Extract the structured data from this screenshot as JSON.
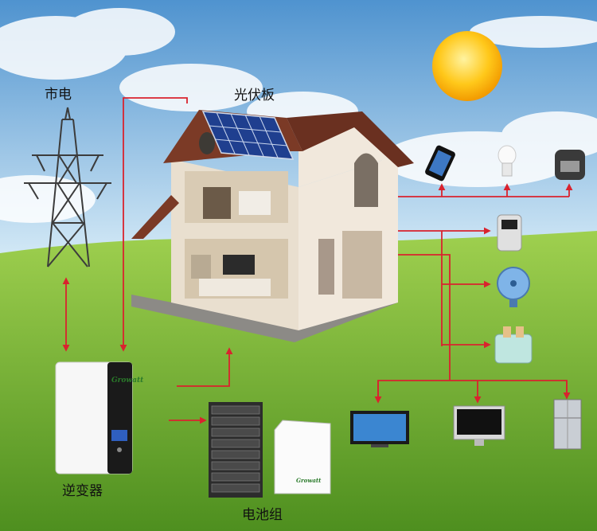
{
  "labels": {
    "grid": "市电",
    "solar_panel": "光伏板",
    "inverter": "逆变器",
    "battery": "电池组"
  },
  "brand": {
    "inverter_logo": "Growatt",
    "battery_logo": "Growatt"
  },
  "colors": {
    "sky_top": "#4f93cf",
    "sky_bottom": "#cfe6f6",
    "grass": "#6fae2c",
    "wire": "#d9232e",
    "sun": "#f6b400"
  },
  "appliances": [
    "smartphone-icon",
    "light-bulb-icon",
    "rice-cooker-icon",
    "coffee-maker-icon",
    "electric-fan-icon",
    "toaster-icon",
    "television-icon",
    "computer-monitor-icon",
    "refrigerator-icon"
  ]
}
